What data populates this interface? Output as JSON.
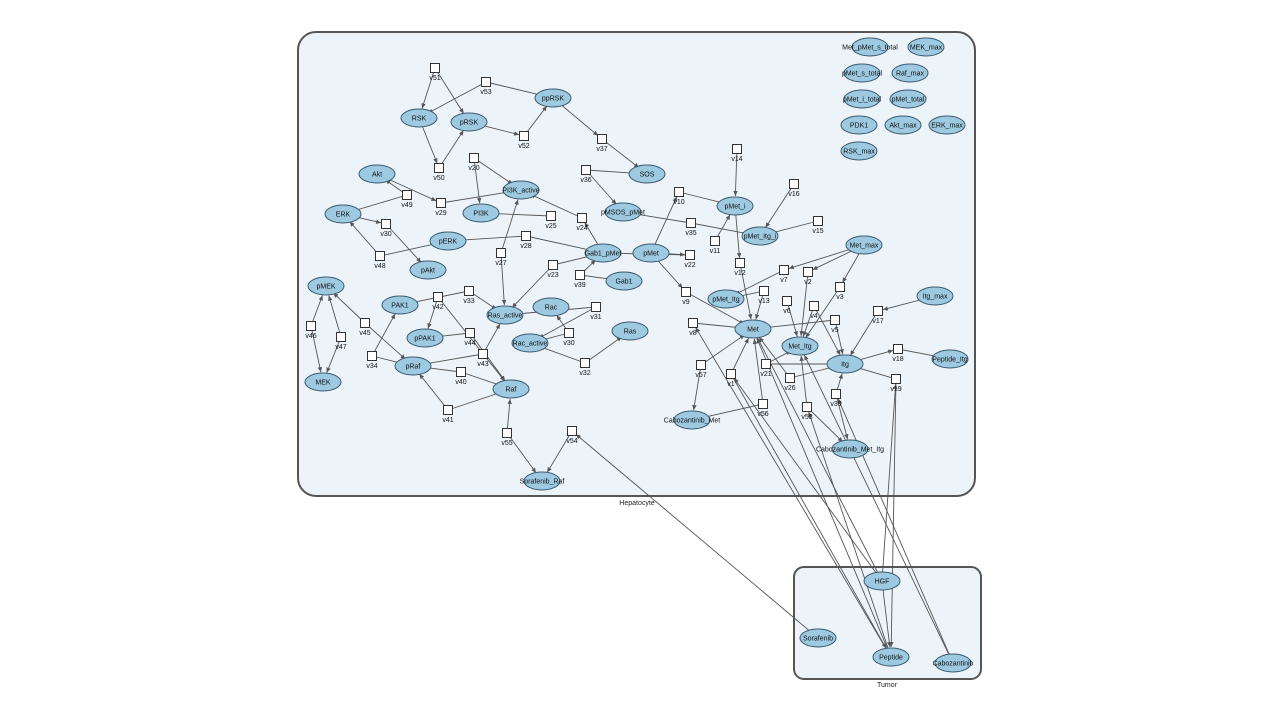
{
  "compartments": [
    {
      "id": "hep",
      "label": "Hepatocyte"
    },
    {
      "id": "tum",
      "label": "Tumor"
    }
  ],
  "species": [
    "Met_pMet_s_total",
    "MEK_max",
    "pMet_s_total",
    "Raf_max",
    "pMet_i_total",
    "pMet_total",
    "PDK1",
    "Akt_max",
    "ERK_max",
    "RSK_max",
    "ppRSK",
    "RSK",
    "pRSK",
    "SOS",
    "pMet_i",
    "Akt",
    "PI3K_active",
    "PI3K",
    "ERK",
    "pERK",
    "pAkt",
    "pMSOS_pMet",
    "pMet_Itg_i",
    "Gab1_pMet",
    "pMet",
    "Met_max",
    "Gab1",
    "Itg_max",
    "pMEK",
    "PAK1",
    "Ras_active",
    "Rac",
    "Ras",
    "pPAK1",
    "Rac_active",
    "pMet_Itg",
    "Met",
    "Met_Itg",
    "Itg",
    "Peptide_Itg",
    "pRaf",
    "MEK",
    "Raf",
    "Cabozantinib_Met",
    "Cabozantinib_Met_Itg",
    "Sorafenib_Raf",
    "HGF",
    "Sorafenib",
    "Peptide",
    "Cabozantinib"
  ],
  "reactions": [
    "v51",
    "v53",
    "v52",
    "v37",
    "v36",
    "v20",
    "v50",
    "v29",
    "v49",
    "v14",
    "v10",
    "v16",
    "v24",
    "v25",
    "v35",
    "v15",
    "v30",
    "v28",
    "v11",
    "v27",
    "v48",
    "v22",
    "v12",
    "v23",
    "v39",
    "v7",
    "v2",
    "v9",
    "v13",
    "v3",
    "v33",
    "v6",
    "v4",
    "v42",
    "v31",
    "v5",
    "v17",
    "v46",
    "v45",
    "v8",
    "v44",
    "v30",
    "v18",
    "v47",
    "v43",
    "v34",
    "v32",
    "v21",
    "v40",
    "v57",
    "v1",
    "v26",
    "v19",
    "v39",
    "v56",
    "v58",
    "v41",
    "v55",
    "v54"
  ]
}
